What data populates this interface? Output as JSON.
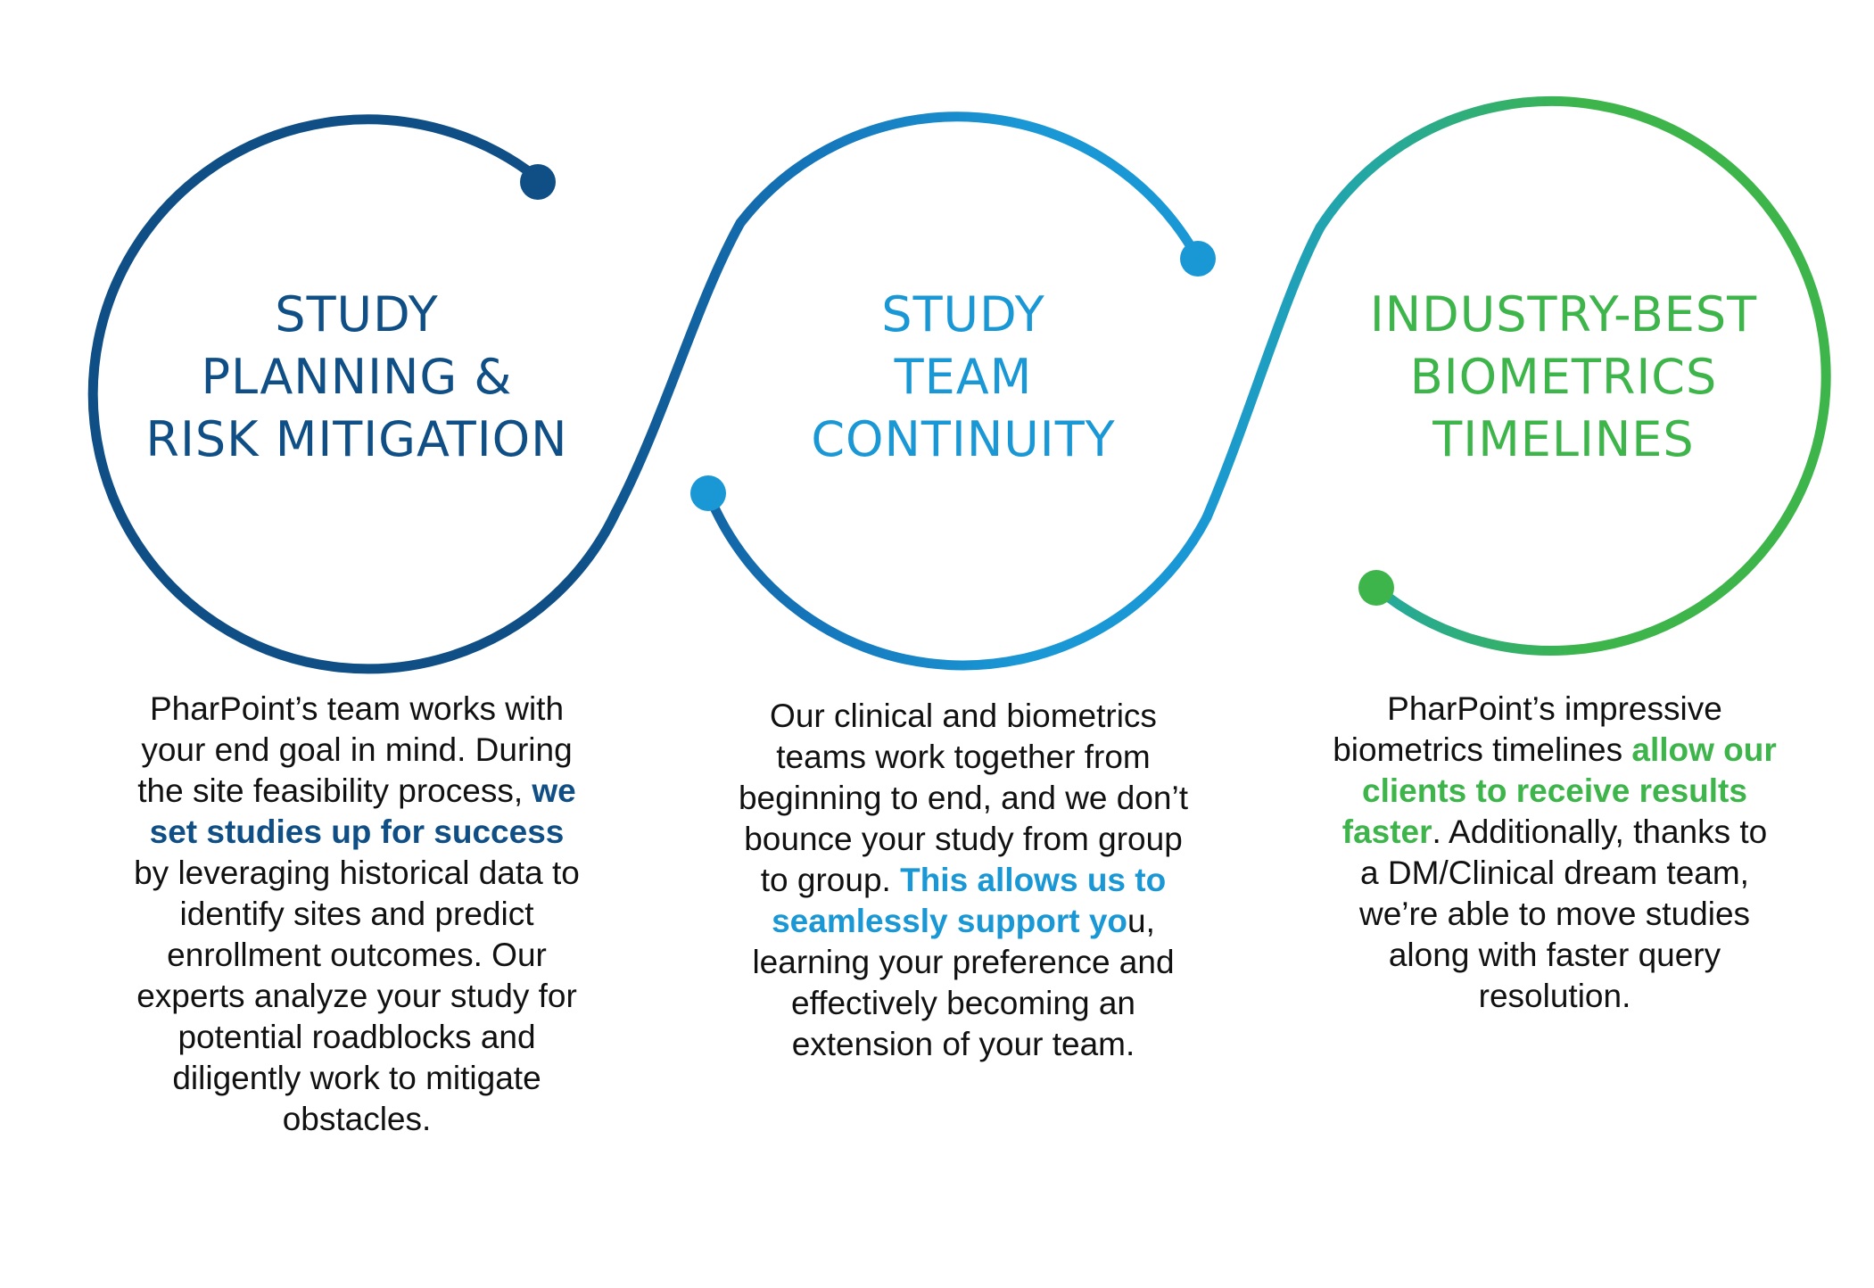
{
  "colors": {
    "navy": "#0f4f86",
    "blue": "#1a98d5",
    "green": "#3db54a",
    "text": "#111111"
  },
  "sections": [
    {
      "heading": [
        "STUDY",
        "PLANNING &",
        "RISK MITIGATION"
      ],
      "body": [
        [
          "PharPoint’s team works with"
        ],
        [
          "your end goal in mind. During"
        ],
        [
          "the site feasibility process, ",
          {
            "hl": "we"
          }
        ],
        [
          {
            "hl": "set studies up for success"
          }
        ],
        [
          "by leveraging historical data to"
        ],
        [
          "identify sites and predict"
        ],
        [
          "enrollment outcomes. Our"
        ],
        [
          "experts analyze your study for"
        ],
        [
          "potential roadblocks and"
        ],
        [
          "diligently work to mitigate"
        ],
        [
          "obstacles."
        ]
      ]
    },
    {
      "heading": [
        "STUDY",
        "TEAM",
        "CONTINUITY"
      ],
      "body": [
        [
          "Our clinical and biometrics"
        ],
        [
          "teams work together from"
        ],
        [
          "beginning to end, and we don’t"
        ],
        [
          "bounce your study from group"
        ],
        [
          "to group. ",
          {
            "hl": "This allows us to"
          }
        ],
        [
          {
            "hl": "seamlessly support yo"
          },
          "u,"
        ],
        [
          "learning your preference and"
        ],
        [
          "effectively becoming an"
        ],
        [
          "extension of your team."
        ]
      ]
    },
    {
      "heading": [
        "INDUSTRY-BEST",
        "BIOMETRICS",
        "TIMELINES"
      ],
      "body": [
        [
          "PharPoint’s impressive"
        ],
        [
          "biometrics timelines ",
          {
            "hl": "allow our"
          }
        ],
        [
          {
            "hl": "clients to receive results"
          }
        ],
        [
          {
            "hl": "faster"
          },
          ".  Additionally, thanks to"
        ],
        [
          "a DM/Clinical dream team,"
        ],
        [
          "we’re able to move studies"
        ],
        [
          "along with faster query"
        ],
        [
          "resolution."
        ]
      ]
    }
  ]
}
